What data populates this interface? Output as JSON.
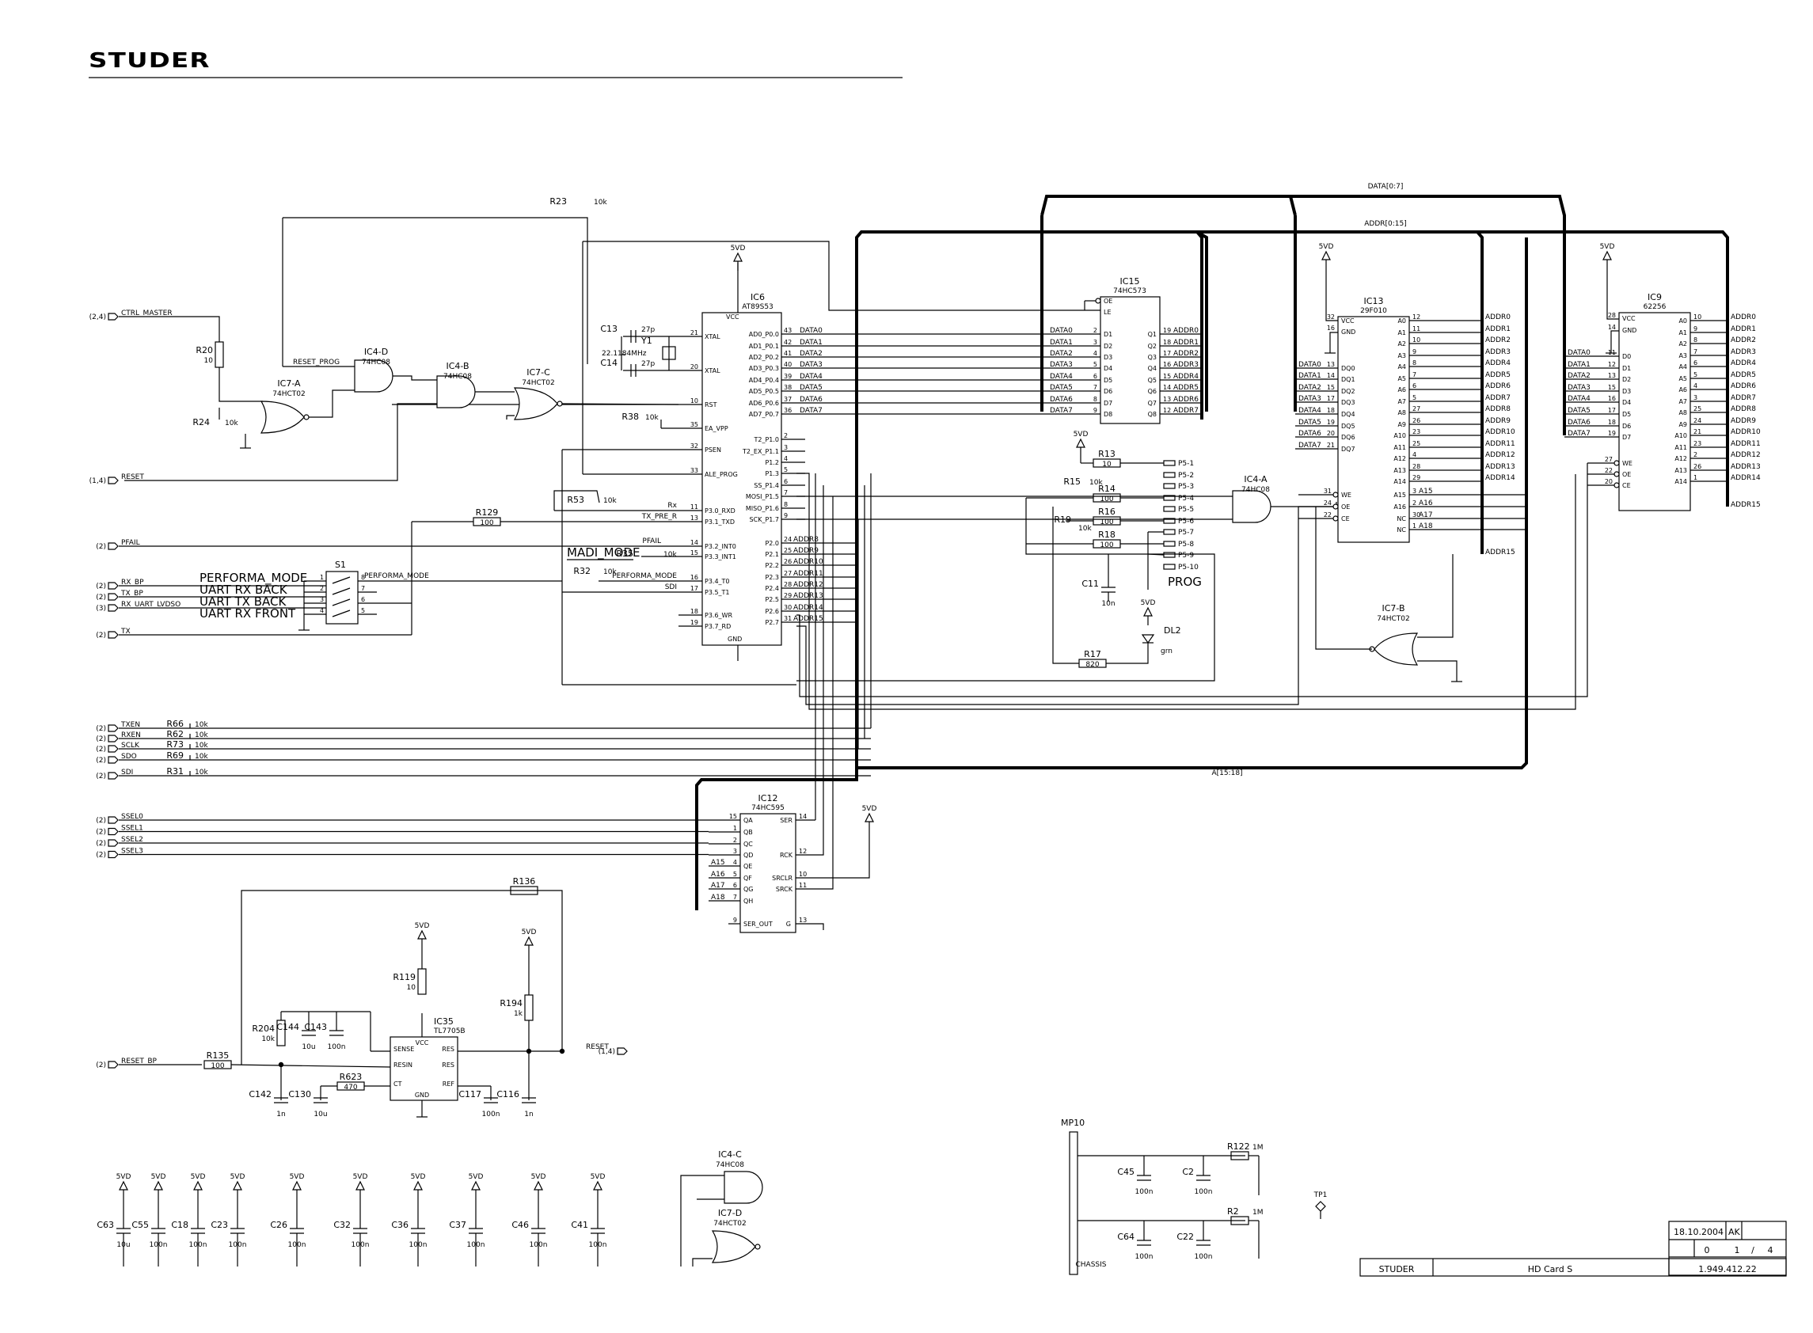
{
  "header": {
    "brand": "STUDER"
  },
  "colors": {
    "ink": "#000000",
    "paper": "#ffffff"
  },
  "buses": {
    "data": "DATA[0:7]",
    "addr": "ADDR[0:15]",
    "a": "A[15:18]"
  },
  "ic6": {
    "ref": "IC6",
    "part": "AT89S53",
    "vcc": "VCC",
    "gnd": "GND",
    "left_pins": [
      "XTAL",
      "XTAL",
      "RST",
      "EA_VPP",
      "PSEN",
      "ALE_PROG",
      "P3.0_RXD",
      "P3.1_TXD",
      "P3.2_INT0",
      "P3.3_INT1",
      "P3.4_T0",
      "P3.5_T1",
      "P3.6_WR",
      "P3.7_RD"
    ],
    "left_nums": [
      "21",
      "20",
      "10",
      "35",
      "32",
      "33",
      "11",
      "13",
      "14",
      "15",
      "16",
      "17",
      "18",
      "19"
    ],
    "right_pins": [
      "AD0_P0.0",
      "AD1_P0.1",
      "AD2_P0.2",
      "AD3_P0.3",
      "AD4_P0.4",
      "AD5_P0.5",
      "AD6_P0.6",
      "AD7_P0.7",
      "T2_P1.0",
      "T2_EX_P1.1",
      "P1.2",
      "P1.3",
      "SS_P1.4",
      "MOSI_P1.5",
      "MISO_P1.6",
      "SCK_P1.7",
      "P2.0",
      "P2.1",
      "P2.2",
      "P2.3",
      "P2.4",
      "P2.5",
      "P2.6",
      "P2.7"
    ],
    "right_nums": [
      "43",
      "42",
      "41",
      "40",
      "39",
      "38",
      "37",
      "36",
      "2",
      "3",
      "4",
      "5",
      "6",
      "7",
      "8",
      "9",
      "24",
      "25",
      "26",
      "27",
      "28",
      "29",
      "30",
      "31"
    ]
  },
  "data_nets": [
    "DATA0",
    "DATA1",
    "DATA2",
    "DATA3",
    "DATA4",
    "DATA5",
    "DATA6",
    "DATA7"
  ],
  "addr_hi": [
    "ADDR8",
    "ADDR9",
    "ADDR10",
    "ADDR11",
    "ADDR12",
    "ADDR13",
    "ADDR14",
    "ADDR15"
  ],
  "p3_nets": {
    "rx": "Rx",
    "tx": "TX_PRE_R",
    "pfail": "PFAIL",
    "perf": "PERFORMA_MODE",
    "sdi": "SDI"
  },
  "ic15": {
    "ref": "IC15",
    "part": "74HC573",
    "oe": "OE",
    "le": "LE",
    "d": [
      "D1",
      "D2",
      "D3",
      "D4",
      "D5",
      "D6",
      "D7",
      "D8"
    ],
    "q": [
      "Q1",
      "Q2",
      "Q3",
      "Q4",
      "Q5",
      "Q6",
      "Q7",
      "Q8"
    ],
    "dn": [
      "2",
      "3",
      "4",
      "5",
      "6",
      "7",
      "8",
      "9"
    ],
    "qn": [
      "19",
      "18",
      "17",
      "16",
      "15",
      "14",
      "13",
      "12"
    ]
  },
  "addr_lo": [
    "ADDR0",
    "ADDR1",
    "ADDR2",
    "ADDR3",
    "ADDR4",
    "ADDR5",
    "ADDR6",
    "ADDR7"
  ],
  "ic13": {
    "ref": "IC13",
    "part": "29F010",
    "vcc": "VCC",
    "gnd": "GND",
    "dq": [
      "DQ0",
      "DQ1",
      "DQ2",
      "DQ3",
      "DQ4",
      "DQ5",
      "DQ6",
      "DQ7"
    ],
    "dqn": [
      "13",
      "14",
      "15",
      "17",
      "18",
      "19",
      "20",
      "21"
    ],
    "ctl": [
      "WE",
      "OE",
      "CE"
    ],
    "ctln": [
      "31",
      "24",
      "22"
    ],
    "a": [
      "A0",
      "A1",
      "A2",
      "A3",
      "A4",
      "A5",
      "A6",
      "A7",
      "A8",
      "A9",
      "A10",
      "A11",
      "A12",
      "A13",
      "A14",
      "A15",
      "A16",
      "NC",
      "NC"
    ],
    "an": [
      "12",
      "11",
      "10",
      "9",
      "8",
      "7",
      "6",
      "5",
      "27",
      "26",
      "23",
      "25",
      "4",
      "28",
      "29",
      "3",
      "2",
      "30",
      "1"
    ],
    "anets": [
      "ADDR0",
      "ADDR1",
      "ADDR2",
      "ADDR3",
      "ADDR4",
      "ADDR5",
      "ADDR6",
      "ADDR7",
      "ADDR8",
      "ADDR9",
      "ADDR10",
      "ADDR11",
      "ADDR12",
      "ADDR13",
      "ADDR14",
      "A15",
      "A16",
      "A17",
      "A18"
    ]
  },
  "ic9": {
    "ref": "IC9",
    "part": "62256",
    "vcc": "VCC",
    "gnd": "GND",
    "d": [
      "D0",
      "D1",
      "D2",
      "D3",
      "D4",
      "D5",
      "D6",
      "D7"
    ],
    "dn": [
      "11",
      "12",
      "13",
      "15",
      "16",
      "17",
      "18",
      "19"
    ],
    "ctl": [
      "WE",
      "OE",
      "CE"
    ],
    "ctln": [
      "27",
      "22",
      "20"
    ],
    "a": [
      "A0",
      "A1",
      "A2",
      "A3",
      "A4",
      "A5",
      "A6",
      "A7",
      "A8",
      "A9",
      "A10",
      "A11",
      "A12",
      "A13",
      "A14"
    ],
    "an": [
      "10",
      "9",
      "8",
      "7",
      "6",
      "5",
      "4",
      "3",
      "25",
      "24",
      "21",
      "23",
      "2",
      "26",
      "1"
    ]
  },
  "ic12": {
    "ref": "IC12",
    "part": "74HC595",
    "q": [
      "QA",
      "QB",
      "QC",
      "QD",
      "QE",
      "QF",
      "QG",
      "QH"
    ],
    "qn": [
      "15",
      "1",
      "2",
      "3",
      "4",
      "5",
      "6",
      "7"
    ],
    "r": [
      "SER",
      "RCK",
      "SRCLR",
      "SRCK",
      "SER_OUT",
      "G"
    ],
    "rn": [
      "14",
      "12",
      "10",
      "11",
      "9",
      "13"
    ]
  },
  "ic35": {
    "ref": "IC35",
    "part": "TL7705B",
    "pins": [
      "SENSE",
      "RESIN",
      "CT",
      "RES",
      "RES",
      "REF",
      "VCC",
      "GND"
    ]
  },
  "gates": [
    {
      "ref": "IC4-D",
      "part": "74HC08"
    },
    {
      "ref": "IC4-B",
      "part": "74HC08"
    },
    {
      "ref": "IC7-A",
      "part": "74HCT02"
    },
    {
      "ref": "IC7-C",
      "part": "74HCT02"
    },
    {
      "ref": "IC4-A",
      "part": "74HC08"
    },
    {
      "ref": "IC7-B",
      "part": "74HCT02"
    },
    {
      "ref": "IC4-C",
      "part": "74HC08"
    },
    {
      "ref": "IC7-D",
      "part": "74HCT02"
    }
  ],
  "resistors": {
    "r23": [
      "R23",
      "10k"
    ],
    "r20": [
      "R20",
      "10"
    ],
    "r24": [
      "R24",
      "10k"
    ],
    "r38": [
      "R38",
      "10k"
    ],
    "r129": [
      "R129",
      "100"
    ],
    "r53": [
      "R53",
      "10k"
    ],
    "r35": [
      "R35",
      "10k"
    ],
    "r32": [
      "R32",
      "10k"
    ],
    "r13": [
      "R13",
      "10"
    ],
    "r15": [
      "R15",
      "10k"
    ],
    "r14": [
      "R14",
      "100"
    ],
    "r19": [
      "R19",
      "10k"
    ],
    "r16": [
      "R16",
      "100"
    ],
    "r18": [
      "R18",
      "100"
    ],
    "r17": [
      "R17",
      "820"
    ],
    "r66": [
      "R66",
      "10k"
    ],
    "r62": [
      "R62",
      "10k"
    ],
    "r73": [
      "R73",
      "10k"
    ],
    "r69": [
      "R69",
      "10k"
    ],
    "r31": [
      "R31",
      "10k"
    ],
    "r136": [
      "R136",
      ""
    ],
    "r119": [
      "R119",
      "10"
    ],
    "r194": [
      "R194",
      "1k"
    ],
    "r204": [
      "R204",
      "10k"
    ],
    "r135": [
      "R135",
      "100"
    ],
    "r623": [
      "R623",
      "470"
    ],
    "r122": [
      "R122",
      "1M"
    ],
    "r2": [
      "R2",
      "1M"
    ]
  },
  "crystal": {
    "ref": "Y1",
    "freq": "22.1184MHz",
    "c13": [
      "C13",
      "27p"
    ],
    "c14": [
      "C14",
      "27p"
    ]
  },
  "misc": {
    "c11": "C11",
    "c11v": "10n",
    "dl2": "DL2",
    "dl2c": "grn",
    "prog": "PROG",
    "s1": "S1",
    "madi": "MADI_MODE",
    "tp1": "TP1",
    "mp10": "MP10",
    "chassis": "CHASSIS",
    "vcc": "5VD",
    "sheetref14": "(1,4)",
    "sheetref24": "(2,4)"
  },
  "p5": [
    "P5-1",
    "P5-2",
    "P5-3",
    "P5-4",
    "P5-5",
    "P5-6",
    "P5-7",
    "P5-8",
    "P5-9",
    "P5-10"
  ],
  "switch_labels": [
    "PERFORMA_MODE",
    "UART RX BACK",
    "UART TX BACK",
    "UART RX FRONT"
  ],
  "ports_left": [
    {
      "ref": "(2,4)",
      "net": "CTRL_MASTER"
    },
    {
      "ref": "(1,4)",
      "net": "RESET"
    },
    {
      "ref": "(2)",
      "net": "PFAIL"
    },
    {
      "ref": "(2)",
      "net": "RX_BP"
    },
    {
      "ref": "(2)",
      "net": "TX_BP"
    },
    {
      "ref": "(3)",
      "net": "RX_UART_LVDSO"
    },
    {
      "ref": "(2)",
      "net": "TX"
    },
    {
      "ref": "(2)",
      "net": "TXEN"
    },
    {
      "ref": "(2)",
      "net": "RXEN"
    },
    {
      "ref": "(2)",
      "net": "SCLK"
    },
    {
      "ref": "(2)",
      "net": "SDO"
    },
    {
      "ref": "(2)",
      "net": "SDI"
    },
    {
      "ref": "(2)",
      "net": "SSEL0"
    },
    {
      "ref": "(2)",
      "net": "SSEL1"
    },
    {
      "ref": "(2)",
      "net": "SSEL2"
    },
    {
      "ref": "(2)",
      "net": "SSEL3"
    },
    {
      "ref": "(2)",
      "net": "RESET_BP"
    }
  ],
  "nets_misc": {
    "reset_prog": "RESET_PROG",
    "reset": "RESET",
    "ssel": [
      "SSEL0",
      "SSEL1",
      "SSEL2",
      "SSEL3"
    ],
    "a_nets": [
      "A15",
      "A16",
      "A17",
      "A18"
    ],
    "addr15": "ADDR15"
  },
  "decoupling": [
    {
      "ref": "C63",
      "val": "10u"
    },
    {
      "ref": "C55",
      "val": "100n"
    },
    {
      "ref": "C18",
      "val": "100n"
    },
    {
      "ref": "C23",
      "val": "100n"
    },
    {
      "ref": "C26",
      "val": "100n"
    },
    {
      "ref": "C32",
      "val": "100n"
    },
    {
      "ref": "C36",
      "val": "100n"
    },
    {
      "ref": "C37",
      "val": "100n"
    },
    {
      "ref": "C46",
      "val": "100n"
    },
    {
      "ref": "C41",
      "val": "100n"
    }
  ],
  "reset_caps": [
    {
      "ref": "C144",
      "val": "10u"
    },
    {
      "ref": "C143",
      "val": "100n"
    },
    {
      "ref": "C142",
      "val": "1n"
    },
    {
      "ref": "C130",
      "val": "10u"
    },
    {
      "ref": "C117",
      "val": "100n"
    },
    {
      "ref": "C116",
      "val": "1n"
    }
  ],
  "chassis_caps": [
    {
      "ref": "C45",
      "val": "100n"
    },
    {
      "ref": "C2",
      "val": "100n"
    },
    {
      "ref": "C64",
      "val": "100n"
    },
    {
      "ref": "C22",
      "val": "100n"
    }
  ],
  "title_block": {
    "date": "18.10.2004",
    "author": "AK",
    "rev": "0",
    "sheet": "1",
    "sheets": "4",
    "title": "HD Card S",
    "number": "1.949.412.22",
    "brand": "STUDER"
  }
}
